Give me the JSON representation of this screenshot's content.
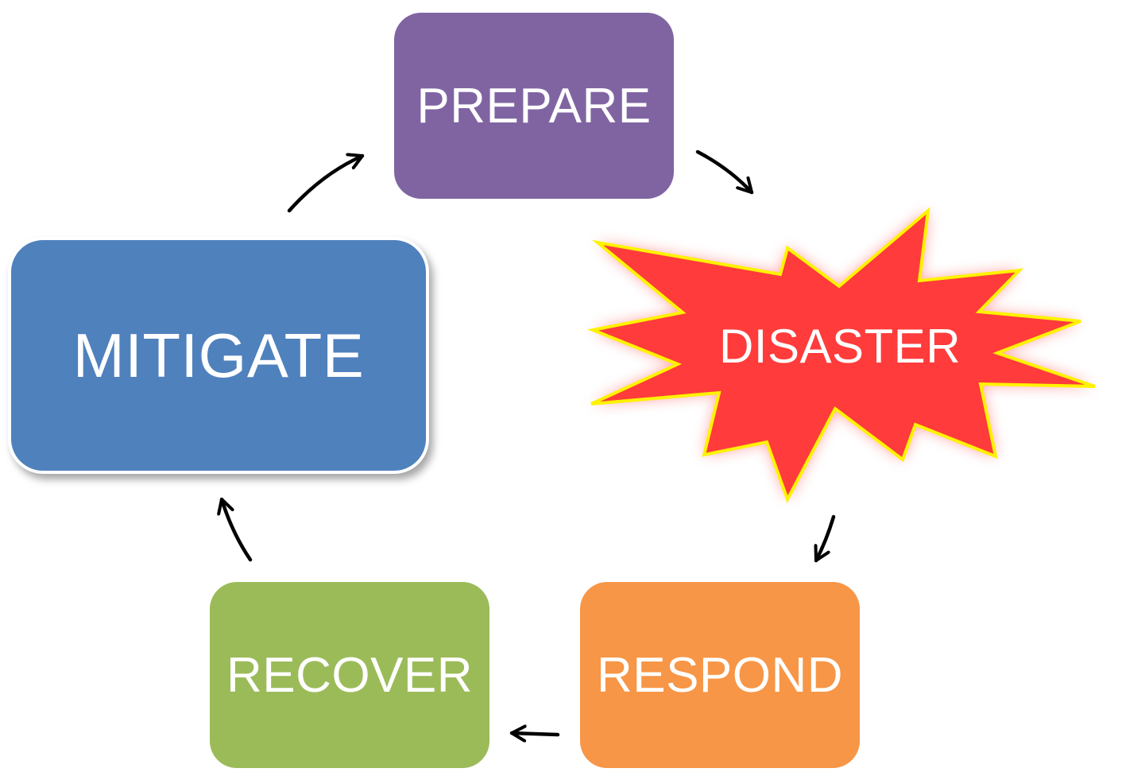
{
  "diagram": {
    "nodes": {
      "prepare": {
        "label": "PREPARE",
        "color": "#8064A2"
      },
      "disaster": {
        "label": "DISASTER",
        "color": "#FF3B3B",
        "outline": "#FFF200",
        "glow": "#FF7A7A"
      },
      "respond": {
        "label": "RESPOND",
        "color": "#F79646"
      },
      "recover": {
        "label": "RECOVER",
        "color": "#9BBB59"
      },
      "mitigate": {
        "label": "MITIGATE",
        "color": "#4F81BD"
      }
    },
    "edges": [
      {
        "from": "prepare",
        "to": "disaster"
      },
      {
        "from": "disaster",
        "to": "respond"
      },
      {
        "from": "respond",
        "to": "recover"
      },
      {
        "from": "recover",
        "to": "mitigate"
      },
      {
        "from": "mitigate",
        "to": "prepare"
      }
    ]
  }
}
